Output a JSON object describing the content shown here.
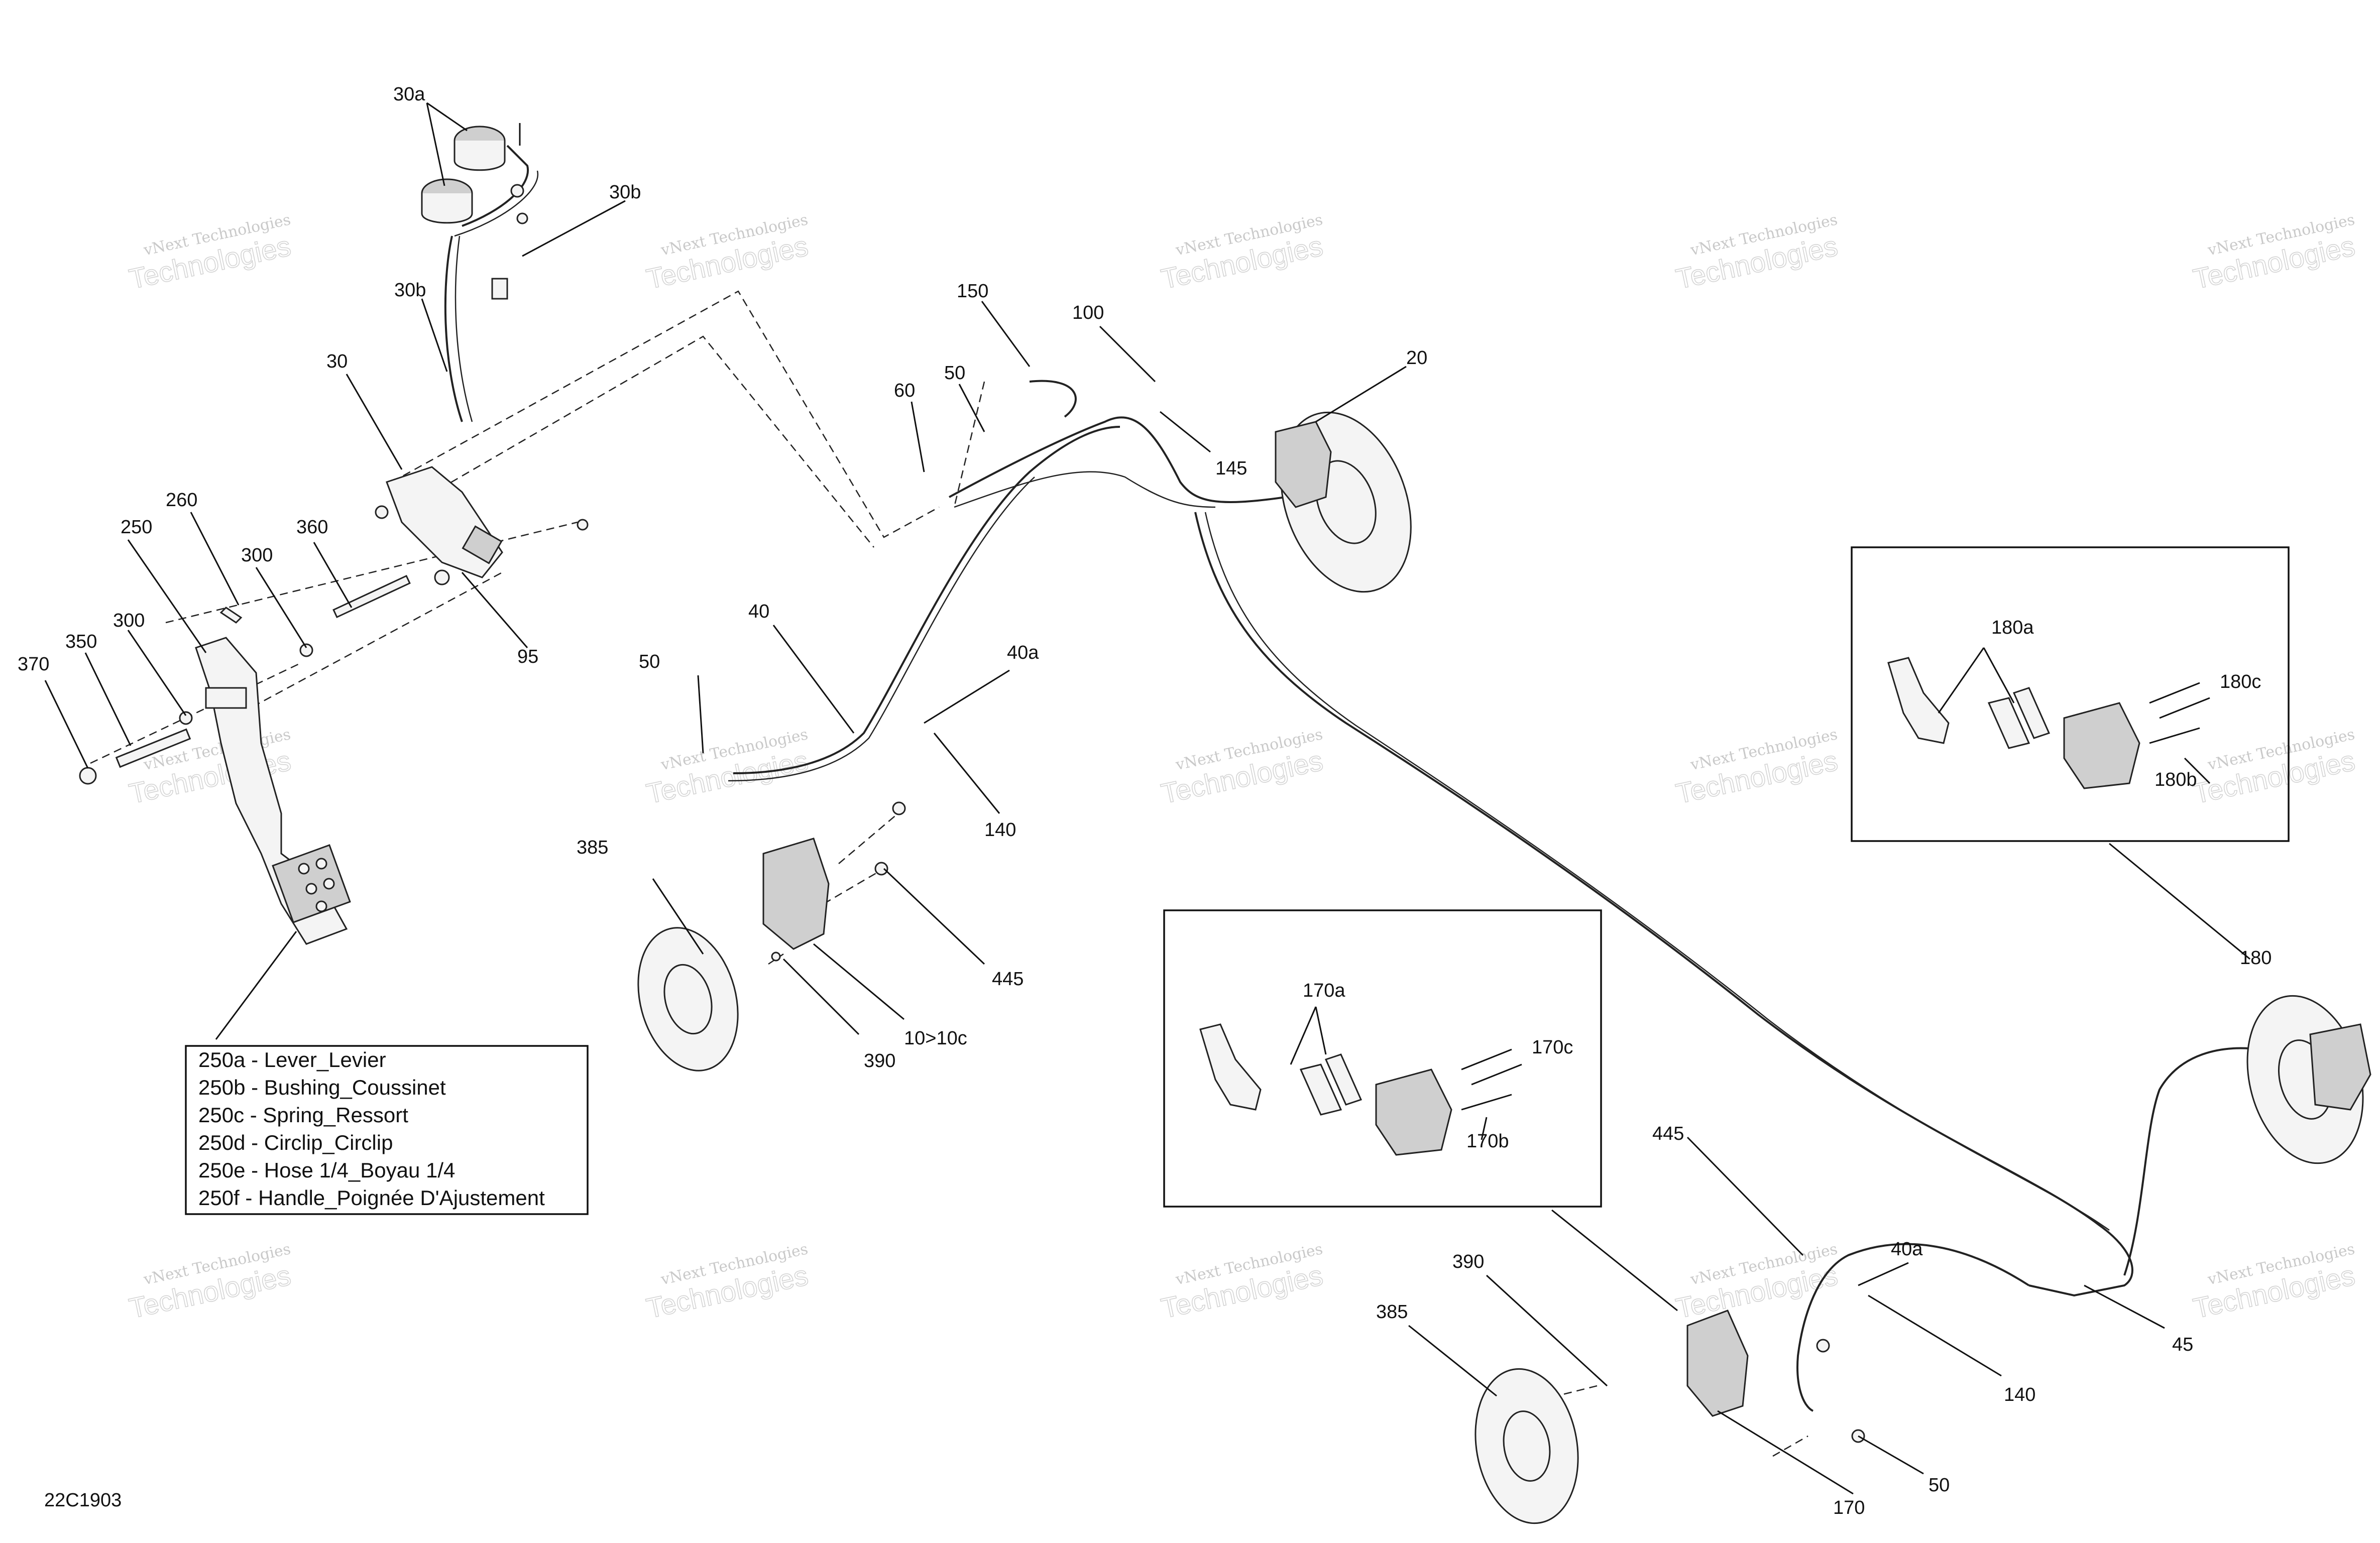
{
  "diagram_code": "22C1903",
  "watermark": {
    "line1": "vNext Technologies",
    "line2": "Technologies",
    "small_name": "vNext",
    "sub": "vNext Technologies"
  },
  "callouts": {
    "c30a": "30a",
    "c30b_top": "30b",
    "c30b": "30b",
    "c30": "30",
    "c260": "260",
    "c250": "250",
    "c300_a": "300",
    "c360": "360",
    "c95": "95",
    "c300_b": "300",
    "c370": "370",
    "c350": "350",
    "c150": "150",
    "c100": "100",
    "c60": "60",
    "c50_a": "50",
    "c145": "145",
    "c20": "20",
    "c40": "40",
    "c40a": "40a",
    "c50_b": "50",
    "c140_a": "140",
    "c385_a": "385",
    "c445_a": "445",
    "c390_a": "390",
    "c10": "10>10c",
    "c180a": "180a",
    "c180c": "180c",
    "c180b": "180b",
    "c180": "180",
    "c170a": "170a",
    "c170c": "170c",
    "c170b": "170b",
    "c445_b": "445",
    "c40a_b": "40a",
    "c390_b": "390",
    "c385_b": "385",
    "c45": "45",
    "c140_b": "140",
    "c50_c": "50",
    "c170": "170"
  },
  "legend": [
    "250a - Lever_Levier",
    "250b - Bushing_Coussinet",
    "250c - Spring_Ressort",
    "250d - Circlip_Circlip",
    "250e - Hose 1/4_Boyau 1/4",
    "250f - Handle_Poignée D'Ajustement"
  ]
}
